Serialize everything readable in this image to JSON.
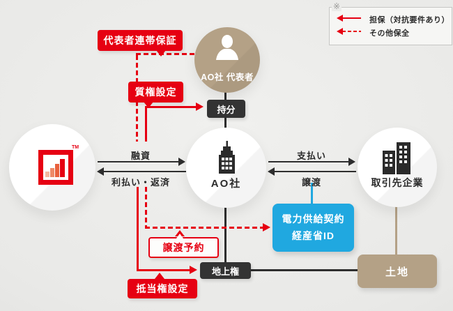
{
  "legend": {
    "note_mark": "※",
    "items": [
      {
        "label": "担保（対抗要件あり）",
        "style": "solid"
      },
      {
        "label": "その他保全",
        "style": "dashed"
      }
    ]
  },
  "nodes": {
    "lender": {
      "tm": "TM",
      "icon": "bar-chart-logo"
    },
    "representative": {
      "label": "AO社 代表者",
      "icon": "person"
    },
    "ao_company": {
      "label": "AO社",
      "icon": "building"
    },
    "partner": {
      "label": "取引先企業",
      "icon": "office-buildings"
    },
    "equity": {
      "label": "持分"
    },
    "surface_right": {
      "label": "地上権"
    },
    "land": {
      "label": "土地"
    },
    "power_contract": {
      "line1": "電力供給契約",
      "line2": "経産省ID"
    }
  },
  "edges": {
    "loan": {
      "label": "融資",
      "direction": "lender→AO社"
    },
    "repayment": {
      "label": "利払い・返済",
      "direction": "AO社→lender"
    },
    "payment": {
      "label": "支払い",
      "direction": "AO社→取引先企業"
    },
    "transfer": {
      "label": "譲渡",
      "direction": "取引先企業→AO社"
    }
  },
  "callouts": {
    "guarantee": {
      "label": "代表者連帯保証",
      "style": "dashed"
    },
    "pledge": {
      "label": "質権設定",
      "style": "solid"
    },
    "transfer_reservation": {
      "label": "譲渡予約",
      "style": "dashed"
    },
    "mortgage": {
      "label": "抵当権設定",
      "style": "solid"
    }
  },
  "colors": {
    "accent_red": "#e60012",
    "tan": "#b4a186",
    "blue": "#20a8e0",
    "dark_box": "#333333",
    "icon_dark": "#2b2b2b",
    "background": "#e9e9e7",
    "logo_bars": [
      "#f3b7a0",
      "#ee8a67",
      "#e9603c",
      "#e60012"
    ]
  }
}
